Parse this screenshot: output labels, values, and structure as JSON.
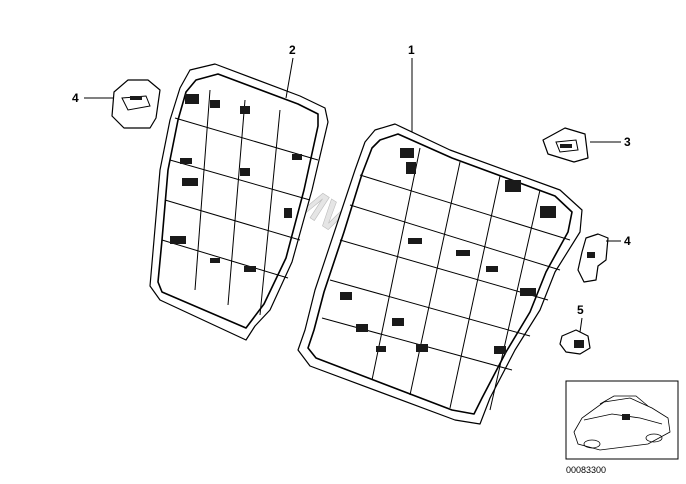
{
  "callouts": {
    "part1": "1",
    "part2": "2",
    "part3": "3",
    "part4_left": "4",
    "part4_right": "4",
    "part5": "5"
  },
  "watermark": "www.BMWstore.ru",
  "document_number": "00083300"
}
